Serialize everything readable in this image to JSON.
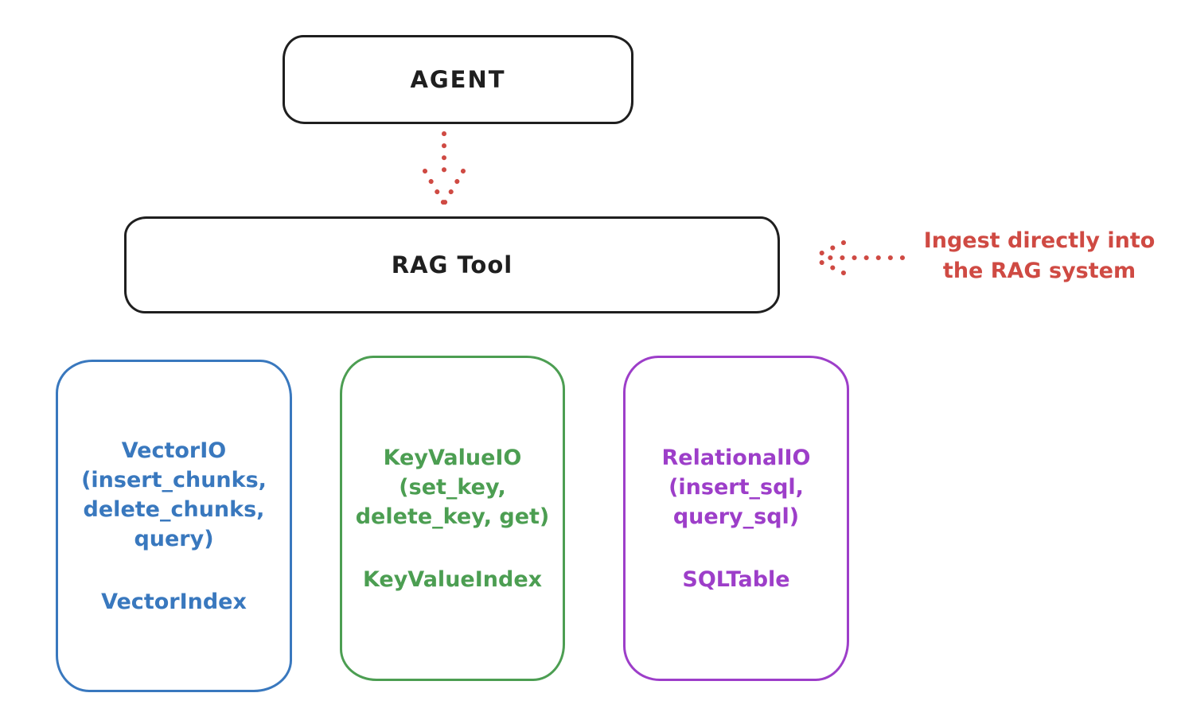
{
  "diagram": {
    "agent": {
      "label": "AGENT"
    },
    "rag_tool": {
      "label": "RAG Tool"
    },
    "annotation": {
      "line1": "Ingest directly into",
      "line2": "the RAG system"
    },
    "arrows": [
      {
        "name": "agent-to-rag-tool",
        "style": "dotted",
        "direction": "down",
        "color": "#cf4a43"
      },
      {
        "name": "annotation-to-rag-tool",
        "style": "dotted",
        "direction": "left",
        "color": "#cf4a43"
      }
    ],
    "io_boxes": [
      {
        "title": "VectorIO",
        "lines": [
          "(insert_chunks,",
          "delete_chunks,",
          "query)"
        ],
        "index_label": "VectorIndex",
        "color": "#3978be"
      },
      {
        "title": "KeyValueIO",
        "lines": [
          "(set_key,",
          "delete_key, get)"
        ],
        "index_label": "KeyValueIndex",
        "color": "#4c9e52"
      },
      {
        "title": "RelationalIO",
        "lines": [
          "(insert_sql,",
          "query_sql)"
        ],
        "index_label": "SQLTable",
        "color": "#9d3ec9"
      }
    ],
    "colors": {
      "outline_black": "#1f1f1f",
      "accent_red": "#cf4a43",
      "accent_blue": "#3978be",
      "accent_green": "#4c9e52",
      "accent_purple": "#9d3ec9",
      "background": "#ffffff"
    }
  }
}
